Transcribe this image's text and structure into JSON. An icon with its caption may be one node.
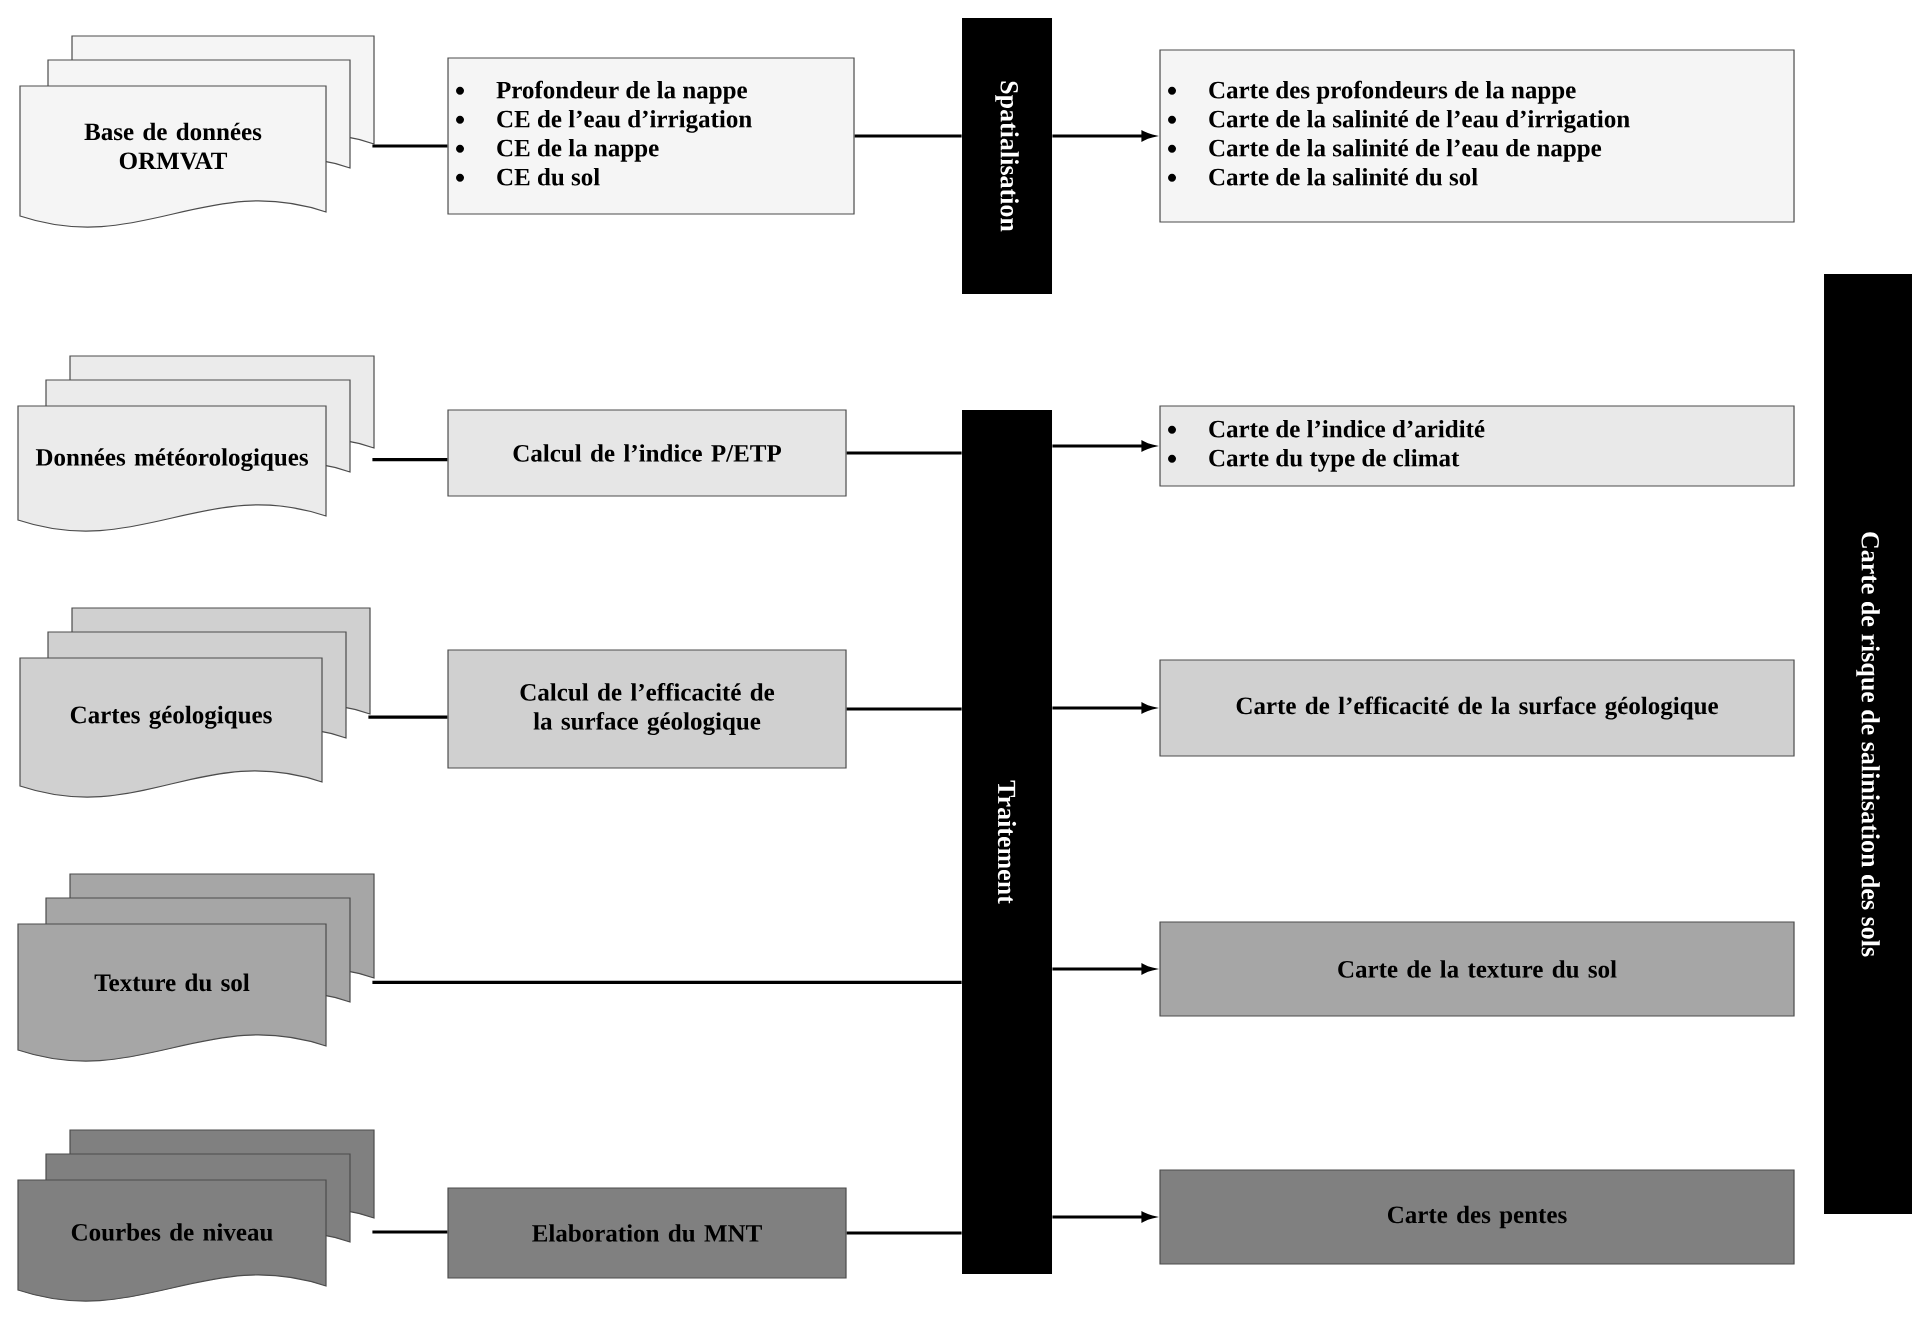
{
  "diagram": {
    "nodes": [
      {
        "text": [
          "Base de données ORMVAT"
        ]
      },
      {
        "text": [
          "Profondeur de la nappe",
          "CE de l’eau d’irrigation",
          "CE de la nappe",
          "CE du sol"
        ]
      },
      {
        "text": [
          "Spatialisation"
        ]
      },
      {
        "text": [
          "Carte des profondeurs de la nappe",
          "Carte de la salinité de l’eau d’irrigation",
          "Carte de la salinité de l’eau de nappe",
          "Carte de la salinité du sol"
        ]
      },
      {
        "text": [
          "Données météorologiques"
        ]
      },
      {
        "text": [
          "Calcul de l’indice P/ETP"
        ]
      },
      {
        "text": [
          "Traitement"
        ]
      },
      {
        "text": [
          "Carte de l’indice d’aridité",
          "Carte du type de climat"
        ]
      },
      {
        "text": [
          "Cartes géologiques"
        ]
      },
      {
        "text": [
          "Calcul de l’efficacité de la surface géologique"
        ]
      },
      {
        "text": [
          "Carte de l’efficacité de la surface géologique"
        ]
      },
      {
        "text": [
          "Texture du sol"
        ]
      },
      {
        "text": [
          "Carte de la texture du sol"
        ]
      },
      {
        "text": [
          "Courbes de niveau"
        ]
      },
      {
        "text": [
          "Elaboration du MNT"
        ]
      },
      {
        "text": [
          "Carte des pentes"
        ]
      },
      {
        "text": [
          "Carte de risque de salinisation des sols"
        ]
      }
    ],
    "edges": [
      {
        "from": 0,
        "to": 1,
        "arrow": "none"
      },
      {
        "from": 1,
        "to": 2,
        "arrow": "none"
      },
      {
        "from": 2,
        "to": 3,
        "arrow": "to"
      },
      {
        "from": 4,
        "to": 5,
        "arrow": "none"
      },
      {
        "from": 5,
        "to": 6,
        "arrow": "none"
      },
      {
        "from": 6,
        "to": 7,
        "arrow": "to"
      },
      {
        "from": 8,
        "to": 9,
        "arrow": "none"
      },
      {
        "from": 9,
        "to": 6,
        "arrow": "none"
      },
      {
        "from": 6,
        "to": 10,
        "arrow": "to"
      },
      {
        "from": 11,
        "to": 6,
        "arrow": "none"
      },
      {
        "from": 6,
        "to": 12,
        "arrow": "to"
      },
      {
        "from": 13,
        "to": 14,
        "arrow": "none"
      },
      {
        "from": 14,
        "to": 6,
        "arrow": "none"
      },
      {
        "from": 6,
        "to": 15,
        "arrow": "to"
      }
    ]
  }
}
